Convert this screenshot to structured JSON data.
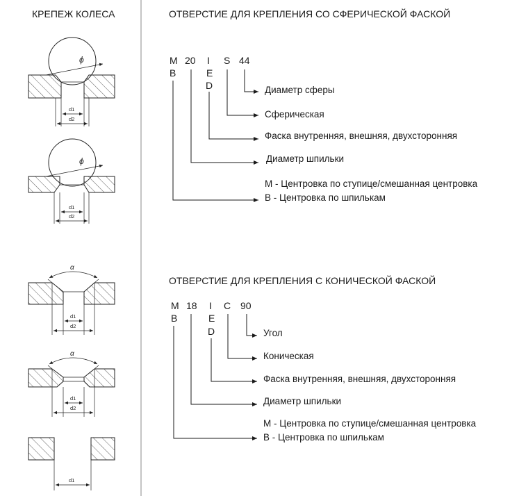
{
  "left_panel": {
    "title": "КРЕПЕЖ КОЛЕСА",
    "labels": {
      "d1": "d1",
      "d2": "d2",
      "angle": "α",
      "diameter": "ϕ"
    }
  },
  "spherical": {
    "title": "ОТВЕРСТИЕ ДЛЯ КРЕПЛЕНИЯ СО СФЕРИЧЕСКОЙ ФАСКОЙ",
    "code": {
      "c1a": "M",
      "c1b": "B",
      "c2": "20",
      "c3a": "I",
      "c3b": "E",
      "c3c": "D",
      "c4": "S",
      "c5": "44"
    },
    "legend": {
      "l1": "Диаметр сферы",
      "l2": "Сферическая",
      "l3": "Фаска внутренняя, внешняя, двухсторонняя",
      "l4": "Диаметр шпильки",
      "l5": "M - Центровка по ступице/смешанная центровка",
      "l6": "B -  Центровка по шпилькам"
    }
  },
  "conical": {
    "title": "ОТВЕРСТИЕ ДЛЯ КРЕПЛЕНИЯ С КОНИЧЕСКОЙ ФАСКОЙ",
    "code": {
      "c1a": "M",
      "c1b": "B",
      "c2": "18",
      "c3a": "I",
      "c3b": "E",
      "c3c": "D",
      "c4": "C",
      "c5": "90"
    },
    "legend": {
      "l1": "Угол",
      "l2": "Коническая",
      "l3": "Фаска внутренняя, внешняя, двухсторонняя",
      "l4": "Диаметр шпильки",
      "l5": "M - Центровка по ступице/смешанная центровка",
      "l6": "B -  Центровка по шпилькам"
    }
  }
}
